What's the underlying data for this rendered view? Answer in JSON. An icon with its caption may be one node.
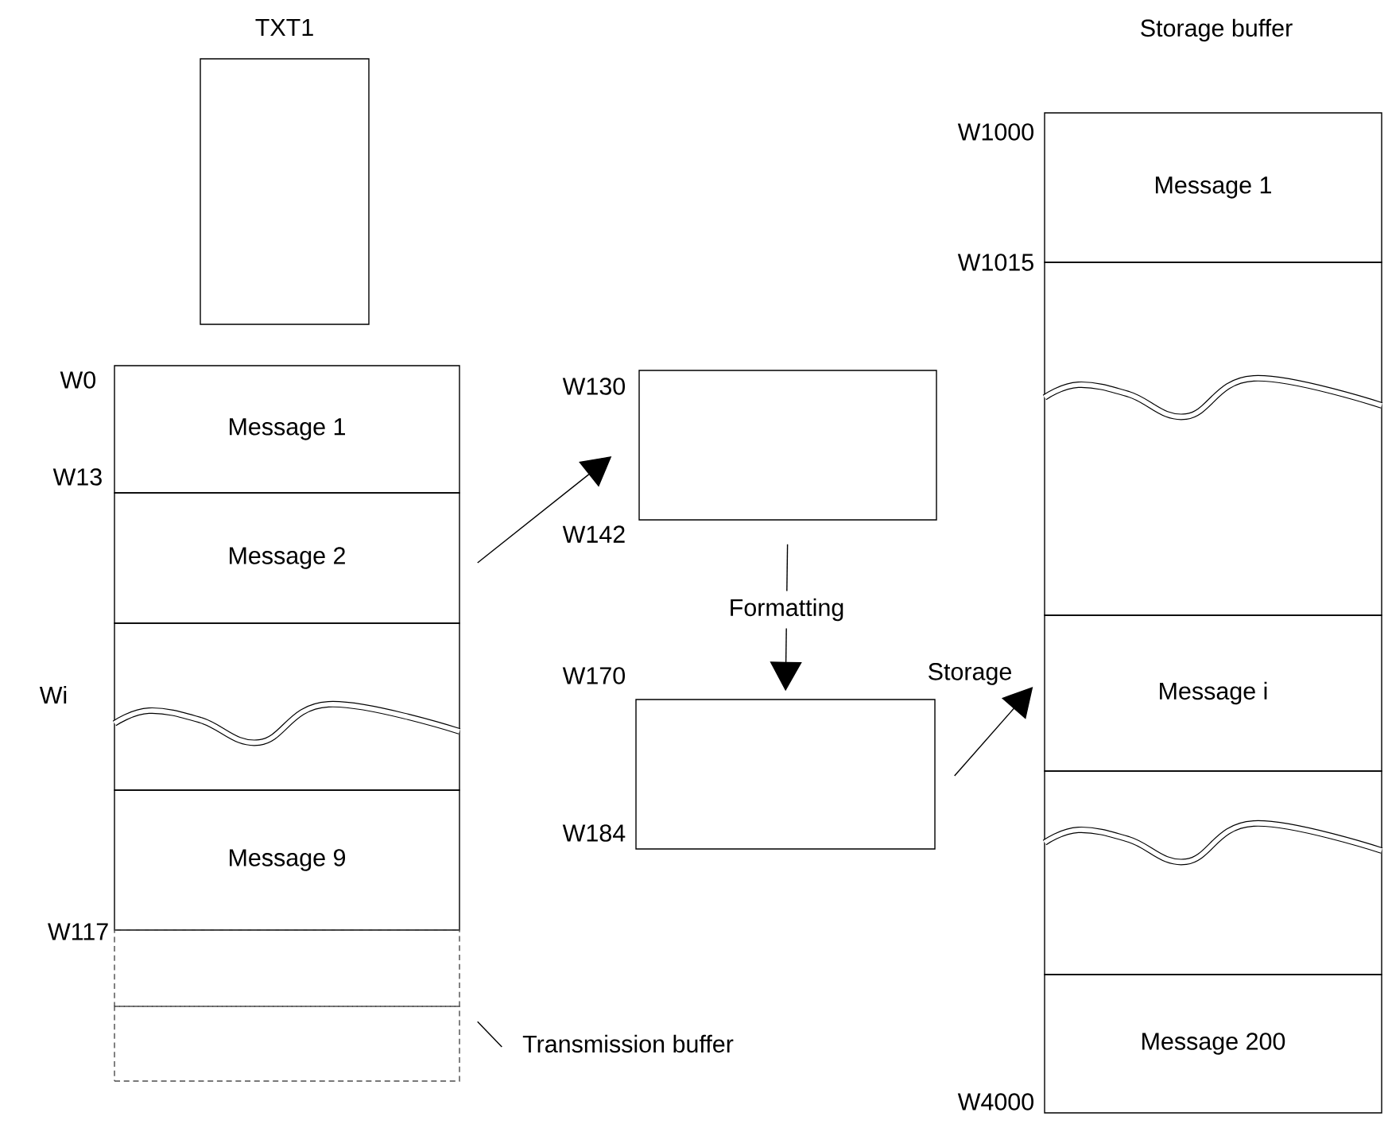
{
  "diagram": {
    "nodes": [
      {
        "text": [
          "TXT1"
        ]
      },
      {
        "text": [
          "Message 1"
        ]
      },
      {
        "text": [
          "Message 2"
        ]
      },
      {
        "text": [],
        "shape": "box"
      },
      {
        "text": [
          "Message 9"
        ]
      },
      {
        "text": [],
        "shape": "box"
      },
      {
        "text": [],
        "shape": "box"
      },
      {
        "text": [
          "Transmission buffer"
        ]
      },
      {
        "text": [],
        "shape": "box"
      },
      {
        "text": [],
        "shape": "box"
      },
      {
        "text": [
          "Message 1"
        ]
      },
      {
        "text": [],
        "shape": "box"
      },
      {
        "text": [
          "Message i"
        ]
      },
      {
        "text": [],
        "shape": "box"
      },
      {
        "text": [
          "Message 200"
        ]
      }
    ],
    "edges": [
      {
        "from": 2,
        "to": 8,
        "arrow": "to"
      },
      {
        "from": 8,
        "to": 9,
        "arrow": "to",
        "label": "Formatting"
      },
      {
        "from": 9,
        "to": 12,
        "arrow": "to",
        "label": "Storage"
      },
      {
        "from": 7,
        "to": 6,
        "arrow": "none"
      }
    ],
    "labels": [
      "W0",
      "W13",
      "Wi",
      "W117",
      "W130",
      "W142",
      "W170",
      "W184",
      "Storage buffer",
      "W1000",
      "W1015",
      "W4000"
    ]
  }
}
